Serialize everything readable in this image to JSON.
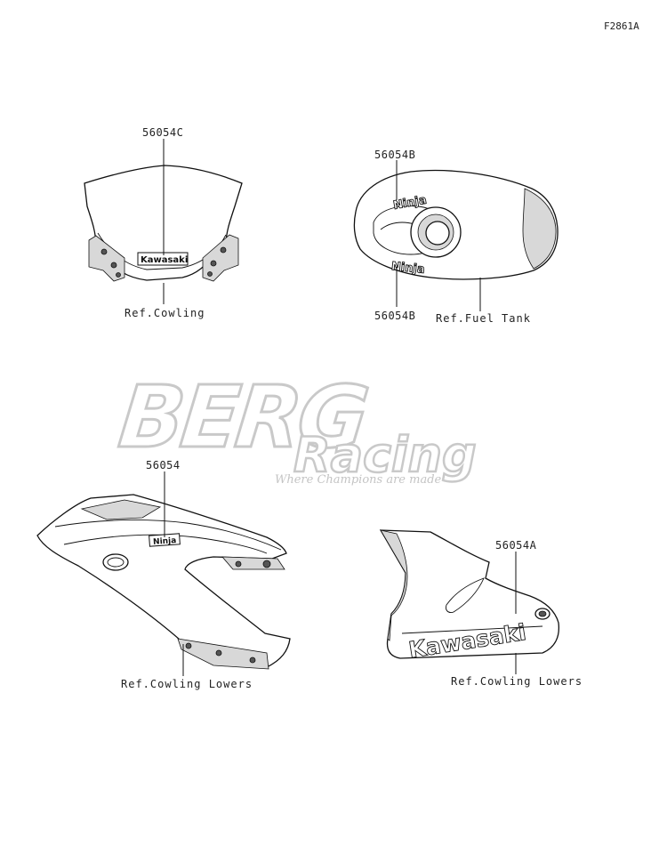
{
  "figure_code": "F2861A",
  "watermark": {
    "brand": "BERG",
    "sub": "Racing",
    "tagline": "Where Champions are made"
  },
  "callouts": {
    "windshield_part": "56054C",
    "windshield_ref": "Ref.Cowling",
    "tank_part_top": "56054B",
    "tank_part_bottom": "56054B",
    "tank_ref": "Ref.Fuel Tank",
    "cowl_part": "56054",
    "cowl_ref": "Ref.Cowling Lowers",
    "lower_part": "56054A",
    "lower_ref": "Ref.Cowling Lowers"
  },
  "decals": {
    "windshield_logo": "Kawasaki",
    "tank_logo_top": "Ninja",
    "tank_logo_bottom": "Ninja",
    "cowl_logo": "Ninja",
    "lower_logo": "Kawasaki"
  }
}
